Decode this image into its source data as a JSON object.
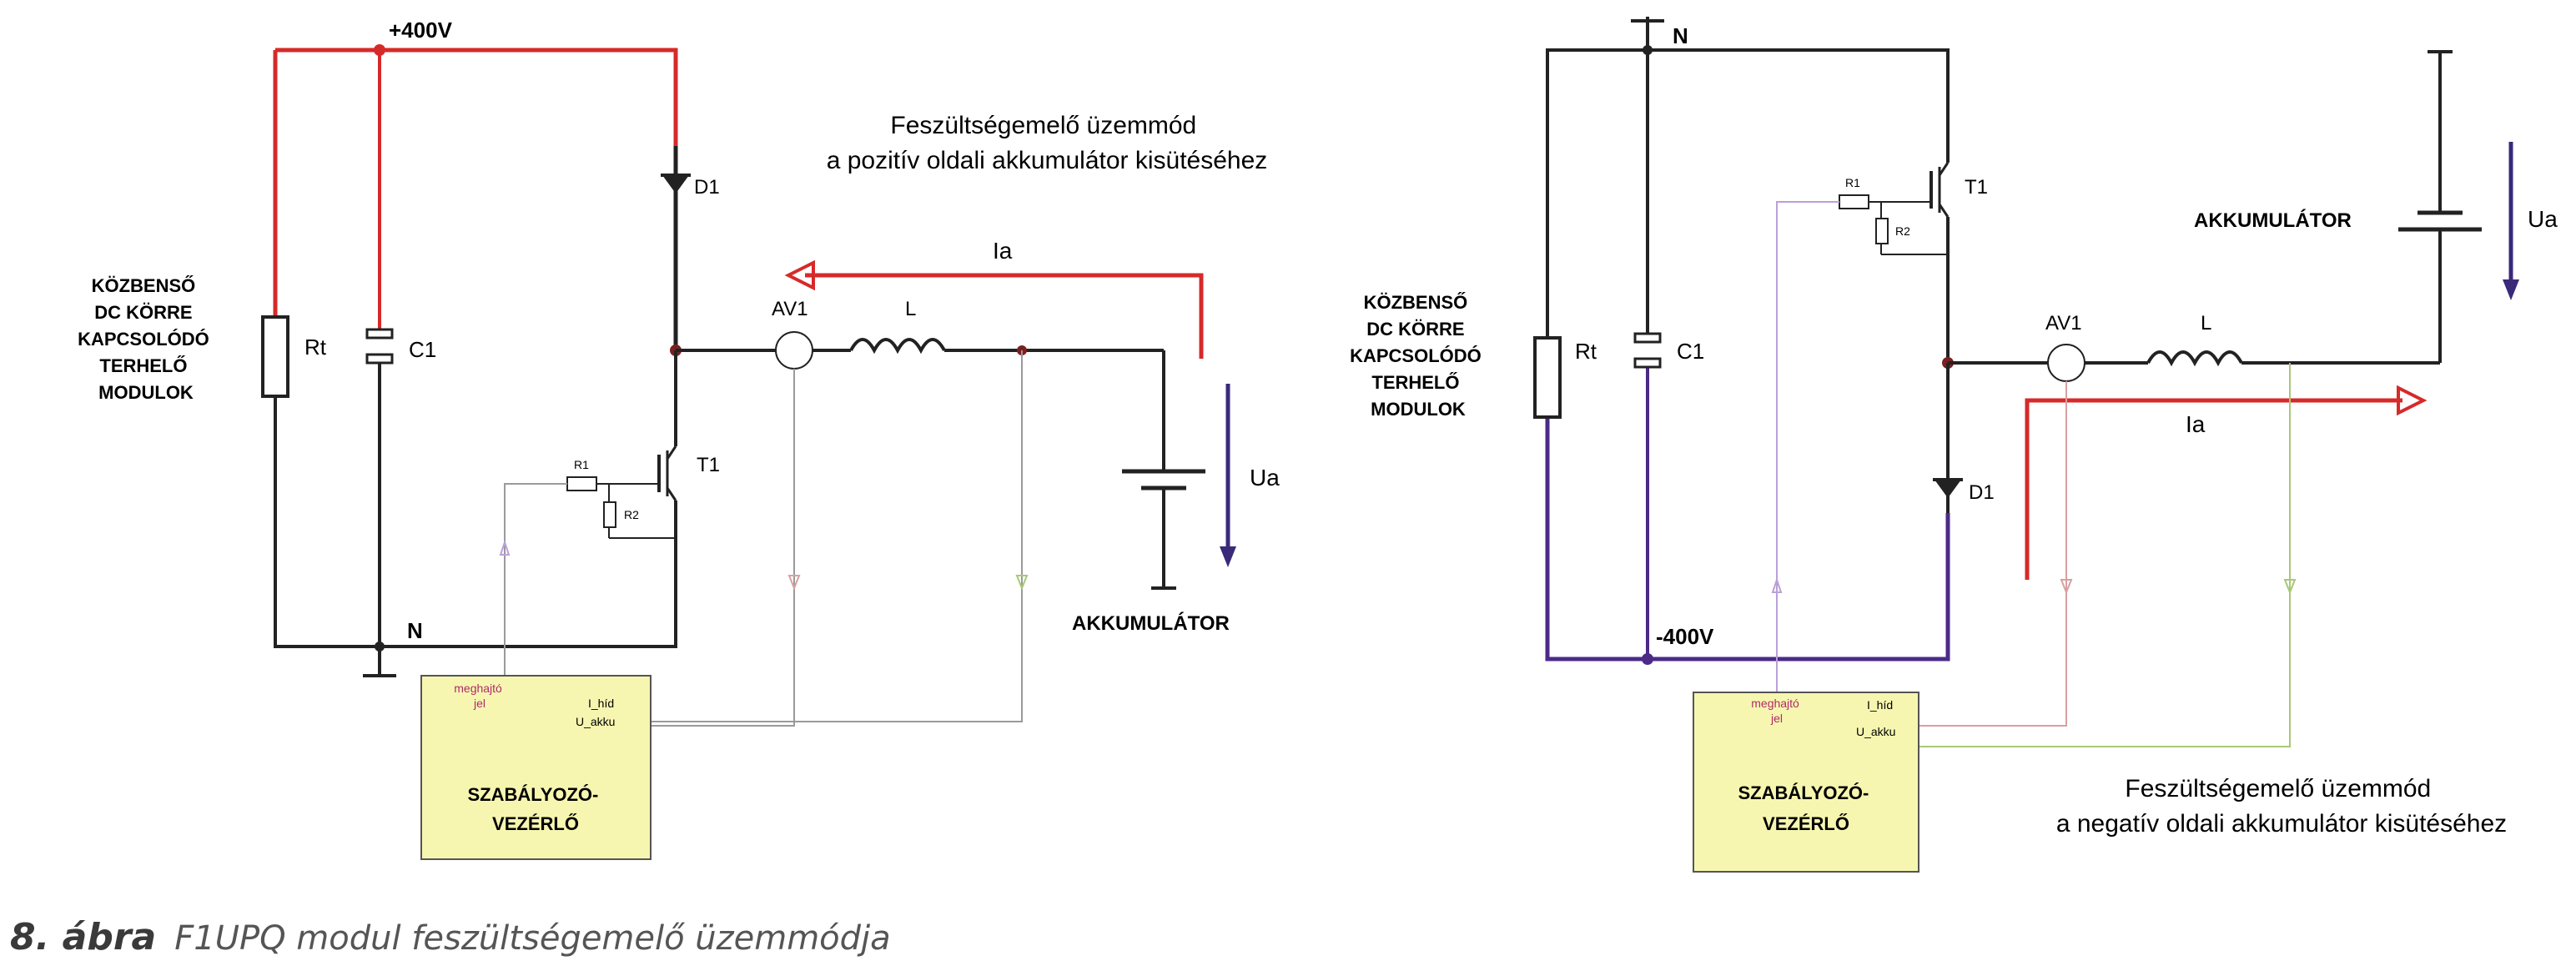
{
  "left": {
    "supply_label": "+400V",
    "neutral_label": "N",
    "title_line1": "Feszültségemelő üzemmód",
    "title_line2": "a pozitív oldali akkumulátor kisütéséhez",
    "block_label": [
      "KÖZBENSŐ",
      "DC KÖRRE",
      "KAPCSOLÓDÓ",
      "TERHELŐ",
      "MODULOK"
    ],
    "rt": "Rt",
    "c1": "C1",
    "d1": "D1",
    "t1": "T1",
    "r1": "R1",
    "r2": "R2",
    "av1": "AV1",
    "l": "L",
    "ia": "Ia",
    "ua": "Ua",
    "battery": "AKKUMULÁTOR",
    "controller_in": [
      "meghajtó",
      "jel"
    ],
    "i_hid": "I_híd",
    "u_akku": "U_akku",
    "controller_name": [
      "SZABÁLYOZÓ-",
      "VEZÉRLŐ"
    ]
  },
  "right": {
    "neutral_label": "N",
    "supply_label": "-400V",
    "title_line1": "Feszültségemelő üzemmód",
    "title_line2": "a negatív oldali akkumulátor kisütéséhez",
    "block_label": [
      "KÖZBENSŐ",
      "DC KÖRRE",
      "KAPCSOLÓDÓ",
      "TERHELŐ",
      "MODULOK"
    ],
    "rt": "Rt",
    "c1": "C1",
    "d1": "D1",
    "t1": "T1",
    "r1": "R1",
    "r2": "R2",
    "av1": "AV1",
    "l": "L",
    "ia": "Ia",
    "ua": "Ua",
    "battery": "AKKUMULÁTOR",
    "controller_in": [
      "meghajtó",
      "jel"
    ],
    "i_hid": "I_híd",
    "u_akku": "U_akku",
    "controller_name": [
      "SZABÁLYOZÓ-",
      "VEZÉRLŐ"
    ]
  },
  "caption": {
    "number": "8. ábra",
    "text": "F1UPQ modul feszültségemelő üzemmódja"
  },
  "colors": {
    "positive_rail": "#d62a2a",
    "negative_rail": "#4b2a88",
    "wire": "#222222",
    "controller_fill": "#f6f6b0",
    "sense_current": "#d8a0a0",
    "sense_voltage": "#a8c878",
    "drive_signal": "#b9a0d8",
    "current_arrow": "#d62a2a",
    "voltage_arrow": "#3a2a7a"
  }
}
